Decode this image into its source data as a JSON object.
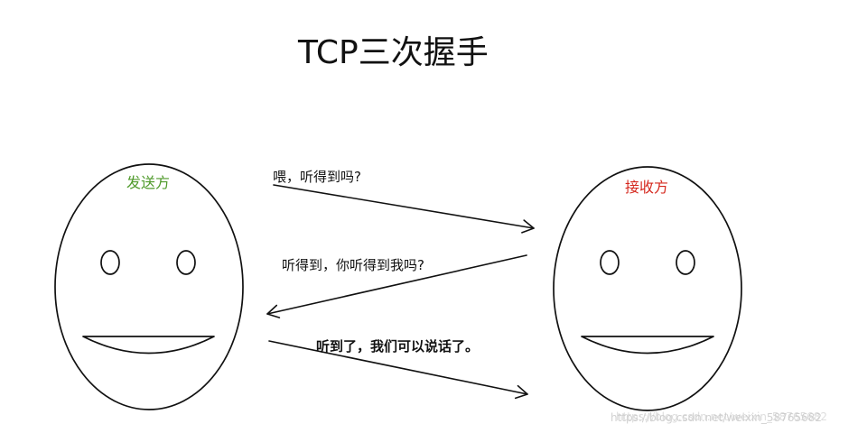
{
  "title": "TCP三次握手",
  "sender": {
    "label": "发送方",
    "color": "#4f9a2b"
  },
  "receiver": {
    "label": "接收方",
    "color": "#d5281e"
  },
  "messages": [
    {
      "text": "喂，听得到吗?"
    },
    {
      "text": "听得到，你听得到我吗?"
    },
    {
      "text": "听到了，我们可以说话了。"
    }
  ],
  "watermark": "https://blog.csdn.net/weixin_58765682"
}
